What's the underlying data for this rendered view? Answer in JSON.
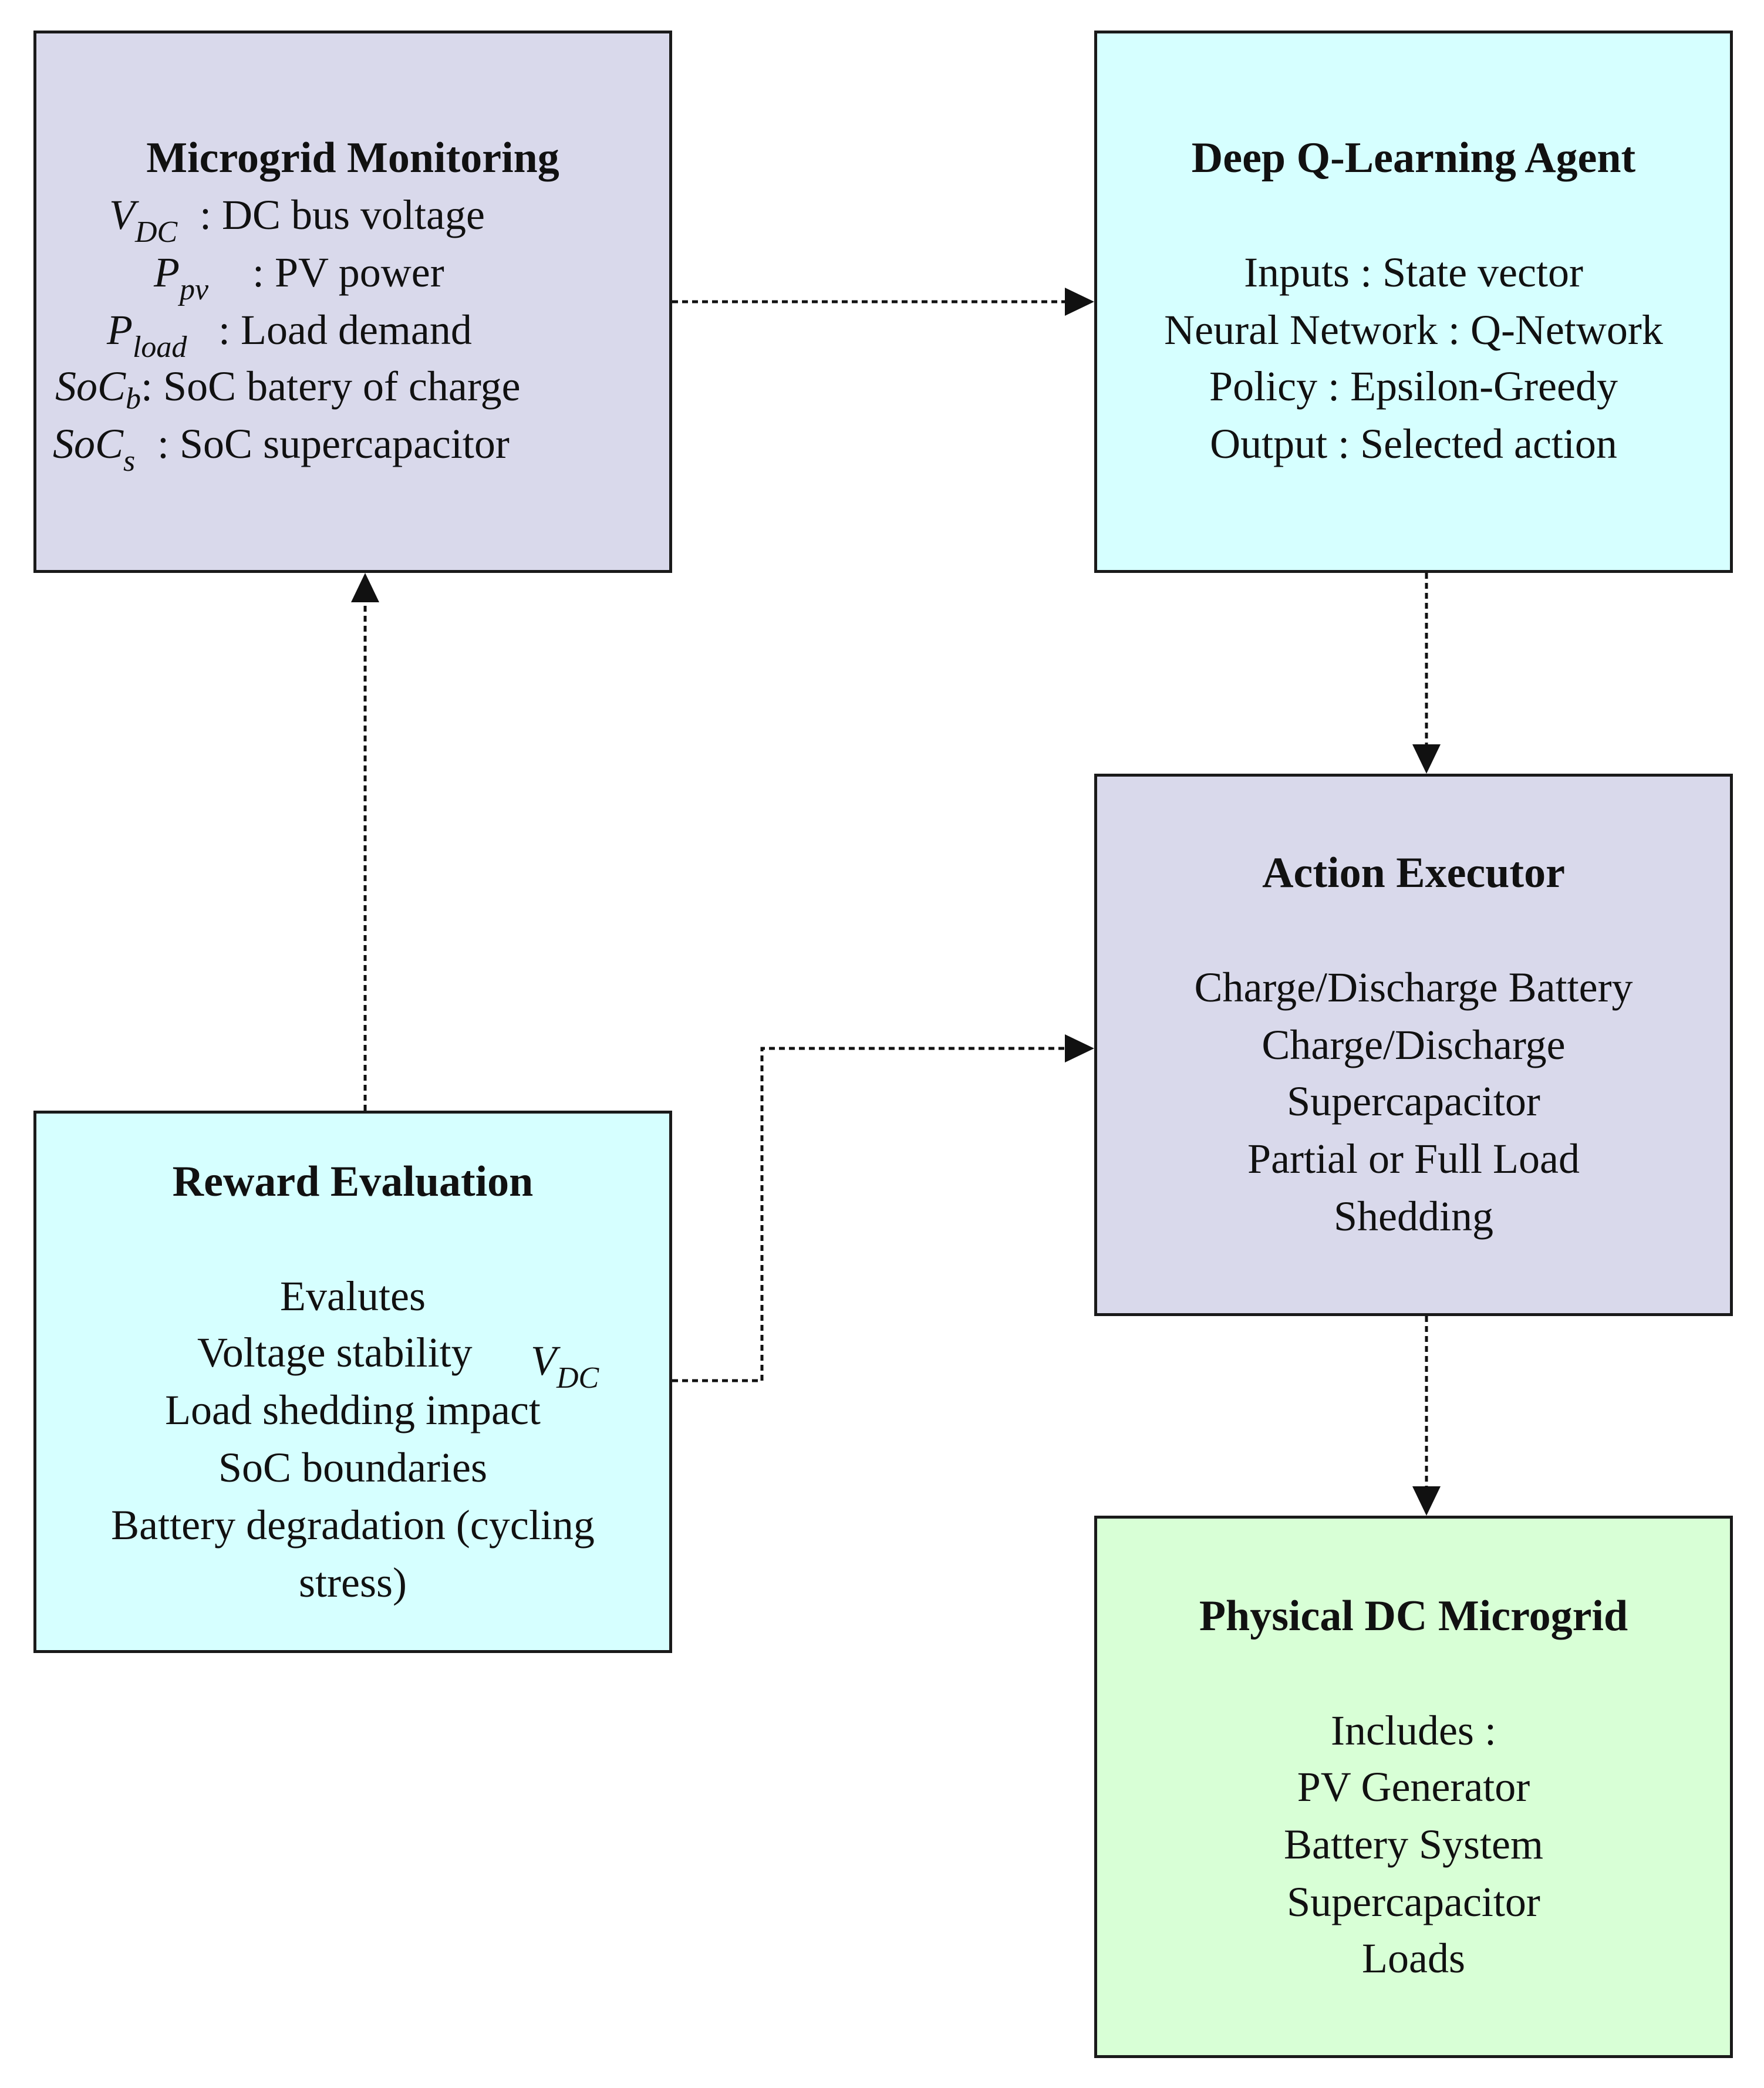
{
  "colors": {
    "lavender": "#d9d9eb",
    "cyan": "#d6ffff",
    "green": "#d8ffd6",
    "border": "#1a1a1a",
    "arrow": "#111111"
  },
  "monitoring": {
    "title": "Microgrid Monitoring",
    "vdc": {
      "sym": "V",
      "sub": "DC",
      "text": ": DC bus voltage"
    },
    "ppv": {
      "sym": "P",
      "sub": "pv",
      "text": ": PV power"
    },
    "pload": {
      "sym": "P",
      "sub": "load",
      "text": ": Load demand"
    },
    "socb": {
      "sym": "SoC",
      "sub": "b",
      "text": ": SoC batery of charge"
    },
    "socs": {
      "sym": "SoC",
      "sub": "s",
      "text": ": SoC supercapacitor"
    }
  },
  "agent": {
    "title": "Deep Q-Learning Agent",
    "lines": [
      "Inputs : State vector",
      "Neural Network : Q-Network",
      "Policy : Epsilon-Greedy",
      "Output : Selected action"
    ]
  },
  "executor": {
    "title": "Action Executor",
    "lines": [
      "Charge/Discharge Battery",
      "Charge/Discharge",
      "Supercapacitor",
      "Partial or Full Load",
      "Shedding"
    ]
  },
  "reward": {
    "title": "Reward Evaluation",
    "line1": "Evalutes",
    "line2": "Voltage stability",
    "vdc_sym": "V",
    "vdc_sub": "DC",
    "lines": [
      "Load shedding impact",
      "SoC boundaries",
      "Battery degradation (cycling",
      "stress)"
    ]
  },
  "physical": {
    "title": "Physical DC Microgrid",
    "lines": [
      "Includes :",
      "PV Generator",
      "Battery System",
      "Supercapacitor",
      "Loads"
    ]
  }
}
